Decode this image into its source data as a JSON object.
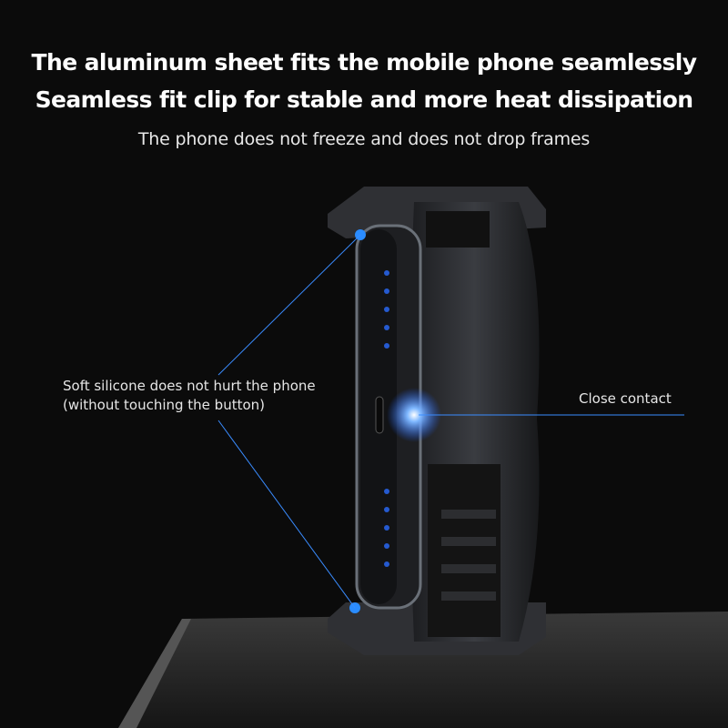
{
  "headline": {
    "line1": "The aluminum sheet fits the mobile phone seamlessly",
    "line2": "Seamless fit clip for stable and more heat dissipation"
  },
  "subtitle": "The phone does not freeze and does not drop frames",
  "callouts": {
    "left_line1": "Soft silicone does not hurt the phone",
    "left_line2": "(without touching the button)",
    "right": "Close contact"
  },
  "colors": {
    "background": "#0b0b0b",
    "accent": "#3a8cff",
    "device": "#2a2c30"
  }
}
